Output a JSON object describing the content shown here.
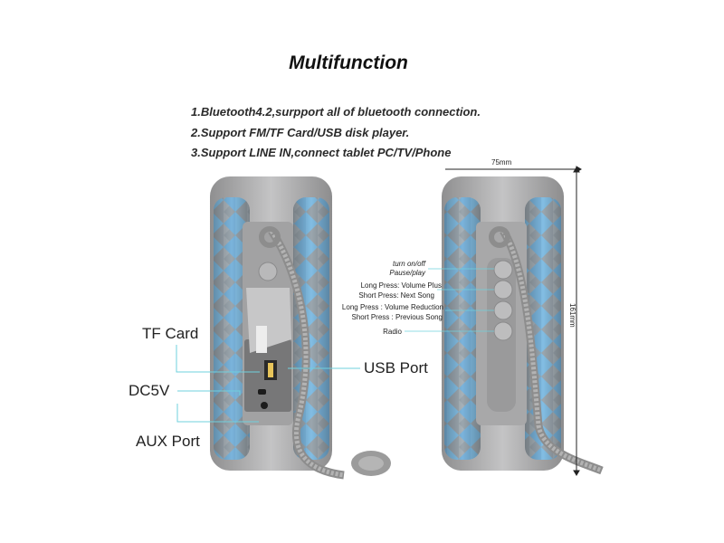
{
  "title": "Multifunction",
  "features": [
    "1.Bluetooth4.2,surpport all of bluetooth connection.",
    "2.Support FM/TF Card/USB disk player.",
    "3.Support LINE IN,connect tablet PC/TV/Phone"
  ],
  "left_callouts": {
    "tf_card": "TF Card",
    "dc5v": "DC5V",
    "aux_port": "AUX Port",
    "usb_port": "USB Port"
  },
  "right_callouts": {
    "power_line1": "turn on/off",
    "power_line2": "Pause/play",
    "plus_line1": "Long Press: Volume Plus",
    "plus_line2": "Short Press: Next Song",
    "minus_line1": "Long Press : Volume Reduction",
    "minus_line2": "Short Press : Previous Song",
    "radio": "Radio"
  },
  "dimensions": {
    "width": "75mm",
    "height": "161mm"
  },
  "colors": {
    "body_gray": "#a9a9aa",
    "fabric_blue": "#7fb5d9",
    "leader_line": "#6fd0de"
  }
}
